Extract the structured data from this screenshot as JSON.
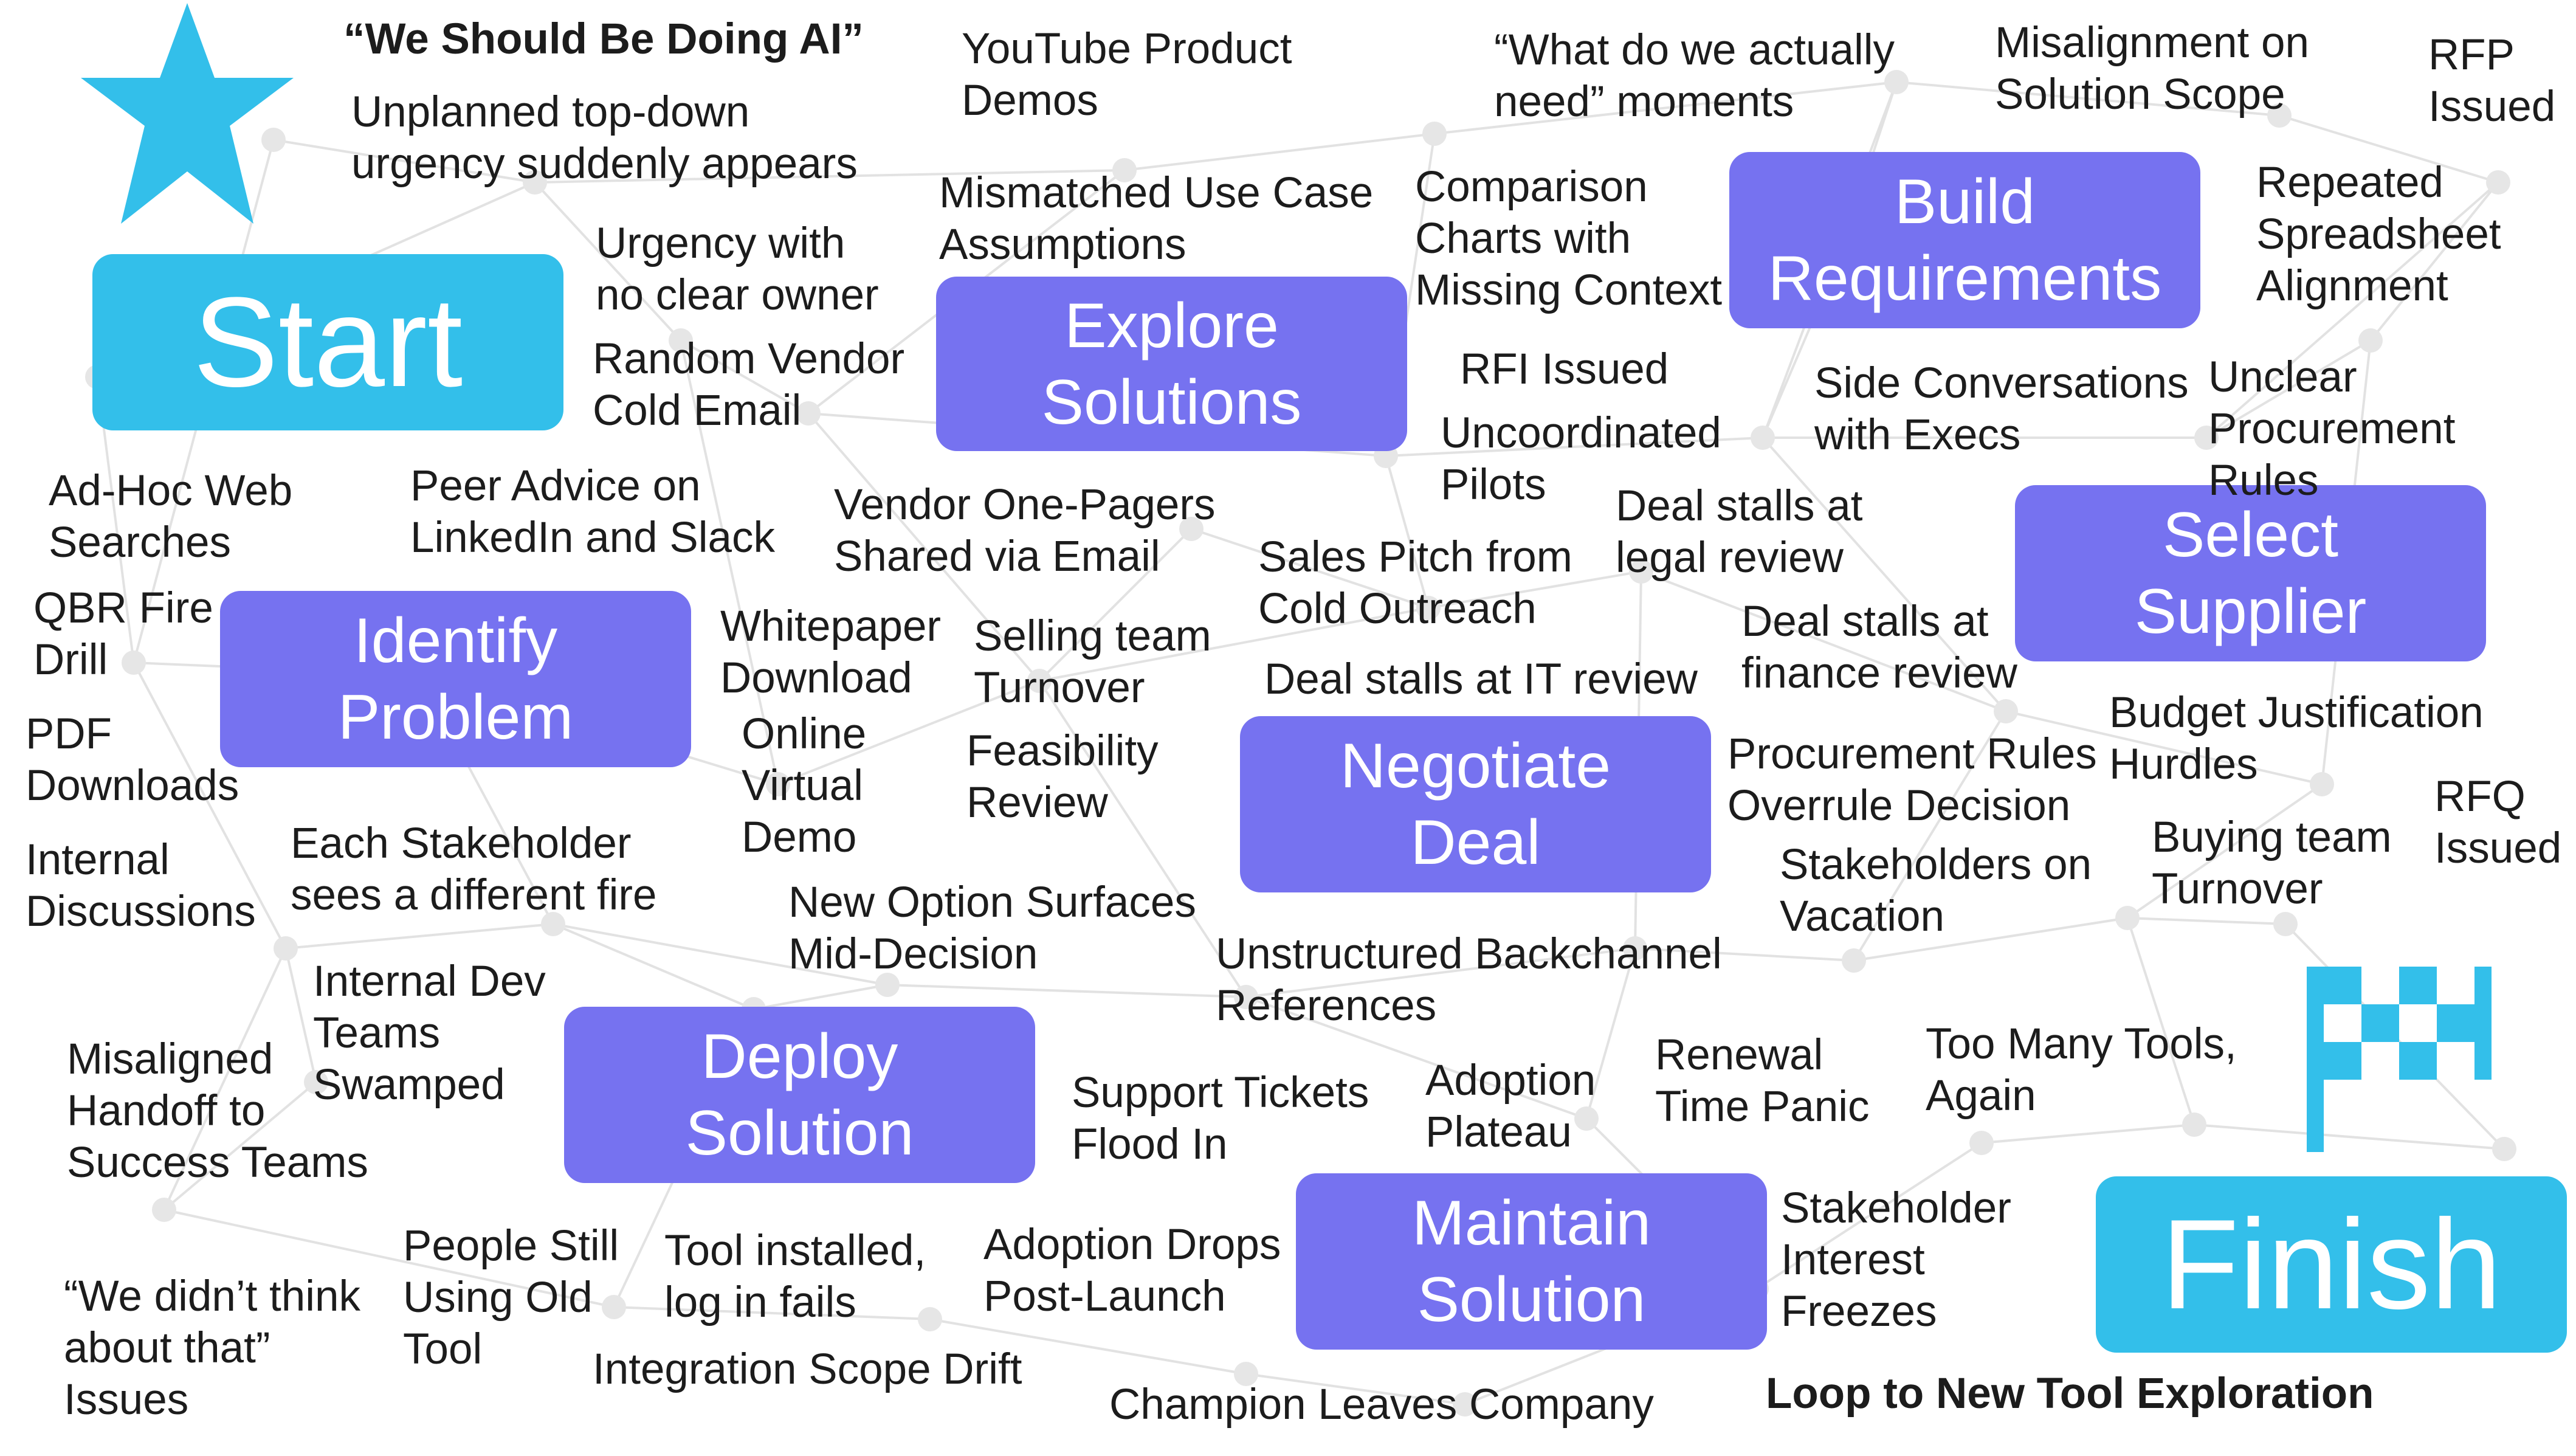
{
  "colors": {
    "stage_fill": "#7672f0",
    "endpoint_fill": "#33bfea",
    "icon_fill": "#33bfea",
    "edge": "#e2e2e2",
    "node_dot": "#e6e6e6",
    "text": "#1c1c1c"
  },
  "icons": {
    "star": "star-icon",
    "flag": "checkered-flag-icon"
  },
  "endpoints": {
    "start": "Start",
    "finish": "Finish"
  },
  "stages": {
    "explore": "Explore\nSolutions",
    "build": "Build\nRequirements",
    "identify": "Identify\nProblem",
    "select": "Select\nSupplier",
    "negotiate": "Negotiate\nDeal",
    "deploy": "Deploy\nSolution",
    "maintain": "Maintain\nSolution"
  },
  "labels": {
    "l01": "“We Should Be Doing AI”",
    "l02": "Unplanned top-down\nurgency suddenly appears",
    "l03": "YouTube Product\nDemos",
    "l04": "“What do we actually\nneed” moments",
    "l05": "Misalignment on\nSolution Scope",
    "l06": "RFP\nIssued",
    "l07": "Mismatched Use Case\nAssumptions",
    "l08": "Comparison\nCharts with\nMissing Context",
    "l09": "Repeated\nSpreadsheet\nAlignment",
    "l10": "Urgency with\nno clear owner",
    "l11": "Random Vendor\nCold Email",
    "l12": "RFI Issued",
    "l13": "Side Conversations\nwith Execs",
    "l14": "Unclear\nProcurement Rules",
    "l15": "Uncoordinated\nPilots",
    "l16": "Ad-Hoc Web\nSearches",
    "l17": "Peer Advice on\nLinkedIn and Slack",
    "l18": "Vendor One-Pagers\nShared via Email",
    "l19": "Deal stalls at\nlegal review",
    "l20": "Sales Pitch from\nCold Outreach",
    "l21": "QBR Fire\nDrill",
    "l22": "Whitepaper\nDownload",
    "l23": "Selling team\nTurnover",
    "l24": "Deal stalls at\nfinance review",
    "l25": "Deal stalls at IT review",
    "l26": "PDF\nDownloads",
    "l27": "Online\nVirtual\nDemo",
    "l28": "Feasibility\nReview",
    "l29": "Budget Justification\nHurdles",
    "l30": "Procurement Rules\nOverrule Decision",
    "l31": "RFQ\nIssued",
    "l32": "Internal\nDiscussions",
    "l33": "Each Stakeholder\nsees a different fire",
    "l34": "Buying team\nTurnover",
    "l35": "Stakeholders on\nVacation",
    "l36": "New Option Surfaces\nMid-Decision",
    "l37": "Unstructured Backchannel\nReferences",
    "l38": "Internal Dev\nTeams\nSwamped",
    "l39": "Misaligned\nHandoff to\nSuccess Teams",
    "l40": "Support Tickets\nFlood In",
    "l41": "Adoption\nPlateau",
    "l42": "Renewal\nTime Panic",
    "l43": "Too Many Tools,\nAgain",
    "l44": "People Still\nUsing Old\nTool",
    "l45": "Tool installed,\nlog in fails",
    "l46": "Adoption Drops\nPost-Launch",
    "l47": "Stakeholder\nInterest\nFreezes",
    "l48": "“We didn’t think\nabout that”\nIssues",
    "l49": "Integration Scope Drift",
    "l50": "Champion Leaves Company",
    "l51": "Loop to New Tool Exploration"
  }
}
